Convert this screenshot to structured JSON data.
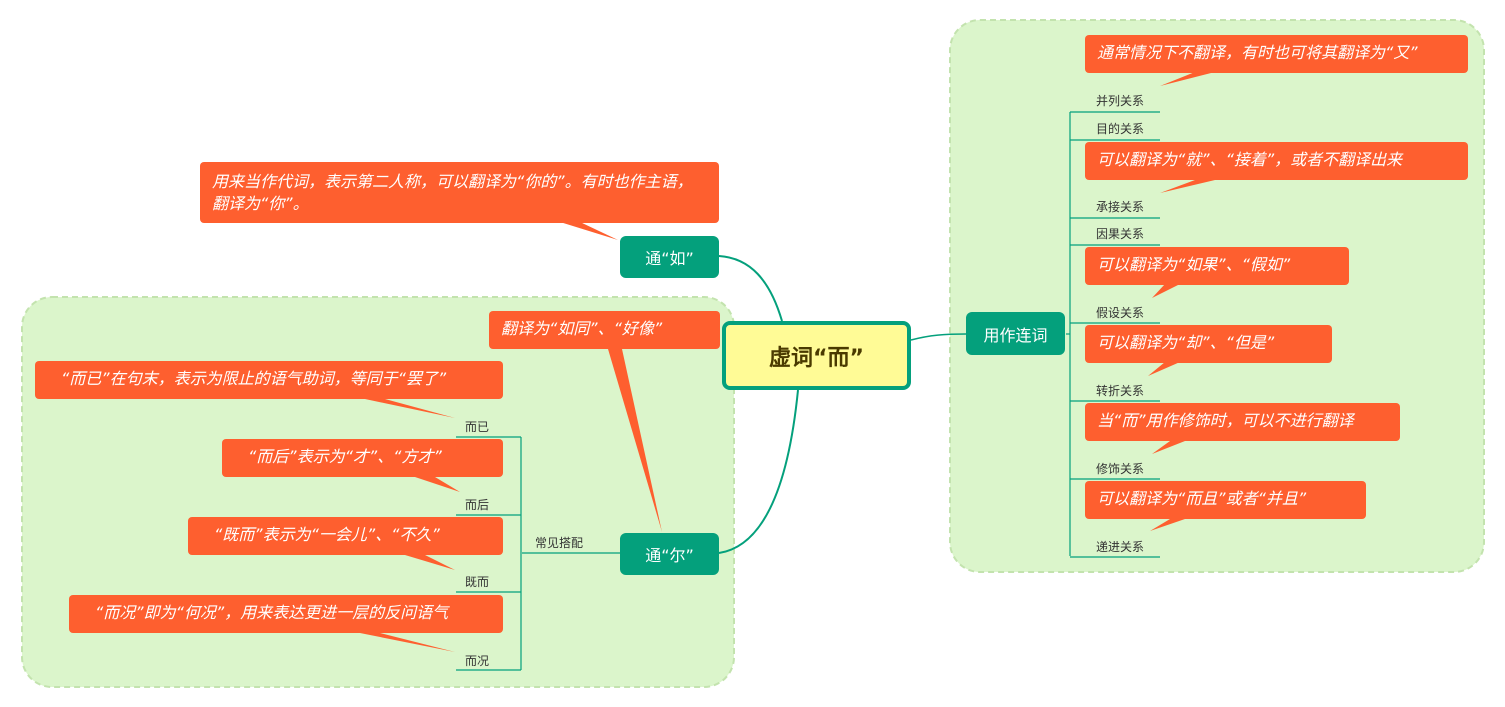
{
  "colors": {
    "topic": "#04a07c",
    "callout": "#fe5f2f",
    "central_fill": "#fffb96",
    "boundary_fill": "#dbf5cb"
  },
  "central": {
    "title": "虚词“而”"
  },
  "branch_ru": {
    "title": "通“如”",
    "note": "用来当作代词，表示第二人称，可以翻译为“你的”。有时也作主语，翻译为“你”。"
  },
  "branch_er": {
    "title": "通“尔”",
    "note": "翻译为“如同”、“好像”",
    "sub_label": "常见搭配",
    "items": [
      {
        "label": "而已",
        "note": "“而已”在句末，表示为限止的语气助词，等同于“罢了”"
      },
      {
        "label": "而后",
        "note": "“而后”表示为“才”、“方才”"
      },
      {
        "label": "既而",
        "note": "“既而”表示为“一会儿”、“不久”"
      },
      {
        "label": "而况",
        "note": "“而况”即为“何况”，用来表达更进一层的反问语气"
      }
    ]
  },
  "branch_conj": {
    "title": "用作连词",
    "items": [
      {
        "label": "并列关系",
        "note": "通常情况下不翻译，有时也可将其翻译为“又”"
      },
      {
        "label": "目的关系",
        "note": ""
      },
      {
        "label": "承接关系",
        "note": "可以翻译为“就”、“接着”，或者不翻译出来"
      },
      {
        "label": "因果关系",
        "note": ""
      },
      {
        "label": "假设关系",
        "note": "可以翻译为“如果”、“假如”"
      },
      {
        "label": "转折关系",
        "note": "可以翻译为“却”、“但是”"
      },
      {
        "label": "修饰关系",
        "note": "当“而”用作修饰时，可以不进行翻译"
      },
      {
        "label": "递进关系",
        "note": "可以翻译为“而且”或者“并且”"
      }
    ]
  }
}
